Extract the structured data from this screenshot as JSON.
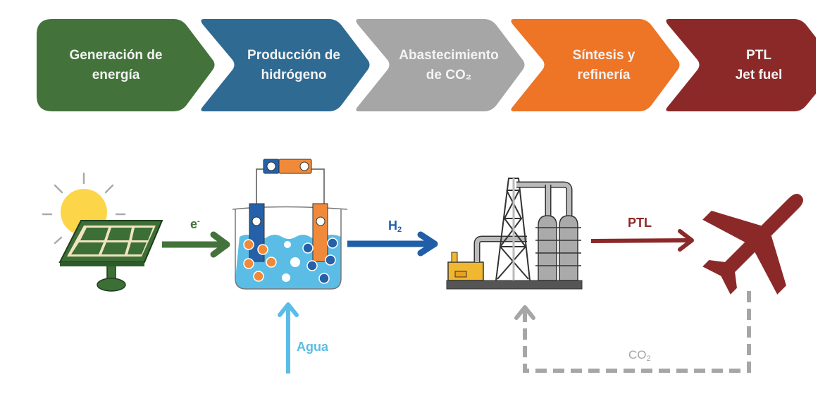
{
  "stages": [
    {
      "label": "Generación de\nenergía",
      "color": "#43733a"
    },
    {
      "label": "Producción de\nhidrógeno",
      "color": "#2f6a93"
    },
    {
      "label": "Abastecimiento\nde CO₂",
      "color": "#a6a6a6"
    },
    {
      "label": "Síntesis y\nrefinería",
      "color": "#ee7426"
    },
    {
      "label": "PTL\nJet fuel",
      "color": "#8b2929"
    }
  ],
  "flows": {
    "electrons": {
      "label": "e",
      "sup": "-",
      "color": "#43733a"
    },
    "hydrogen": {
      "label": "H",
      "sub": "2",
      "color": "#215ea8"
    },
    "water": {
      "label": "Agua",
      "color": "#5bbde6"
    },
    "ptl": {
      "label": "PTL",
      "color": "#8b2929"
    },
    "co2": {
      "label": "CO",
      "sub": "2",
      "color": "#a6a6a6"
    }
  },
  "icons": {
    "solar": "solar-panel-icon",
    "electrolyzer": "electrolysis-beaker-icon",
    "refinery": "refinery-icon",
    "airplane": "airplane-icon"
  }
}
